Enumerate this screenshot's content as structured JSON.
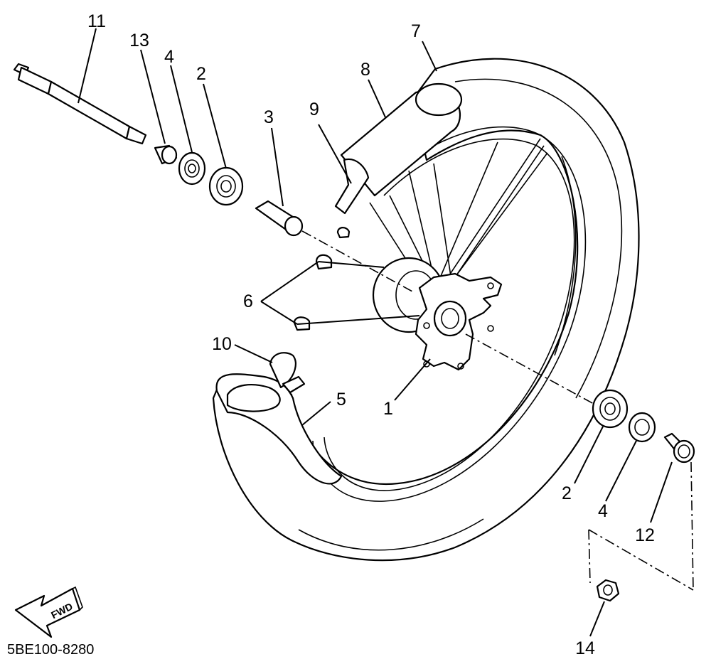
{
  "diagram": {
    "callouts": {
      "c1": "1",
      "c2a": "2",
      "c2b": "2",
      "c3": "3",
      "c4a": "4",
      "c4b": "4",
      "c5": "5",
      "c6": "6",
      "c7": "7",
      "c8": "8",
      "c9": "9",
      "c10": "10",
      "c11": "11",
      "c12": "12",
      "c13": "13",
      "c14": "14"
    },
    "fwd_label": "FWD",
    "reference_code": "5BE100-8280"
  }
}
